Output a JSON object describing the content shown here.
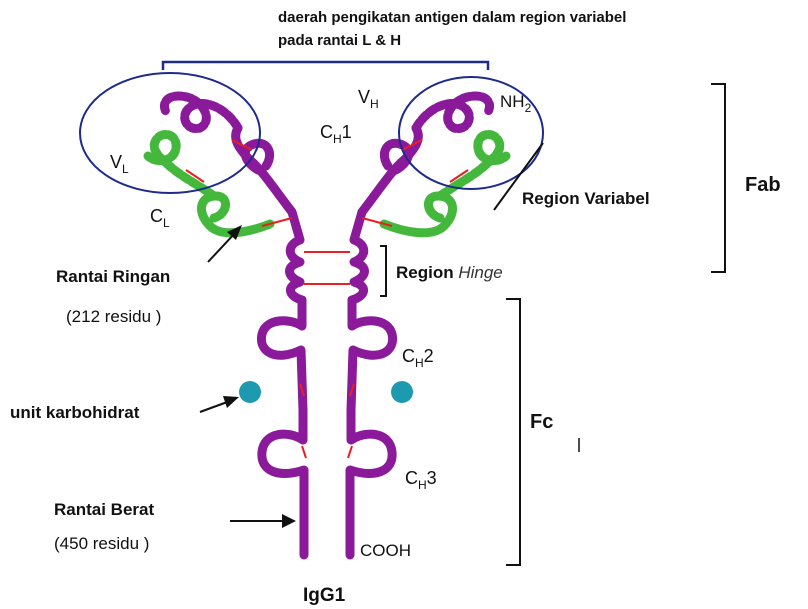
{
  "title_lines": [
    "daerah pengikatan antigen dalam region variabel",
    "pada rantai L & H"
  ],
  "labels": {
    "vh": "V",
    "vh_sub": "H",
    "nh2": "NH",
    "nh2_sub": "2",
    "ch1": "C",
    "ch1_sub": "H",
    "ch1_num": "1",
    "vl": "V",
    "vl_sub": "L",
    "cl": "C",
    "cl_sub": "L",
    "ch2": "C",
    "ch2_sub": "H",
    "ch2_num": "2",
    "ch3": "C",
    "ch3_sub": "H",
    "ch3_num": "3",
    "region_variabel": "Region Variabel",
    "fab": "Fab",
    "region_hinge_a": "Region ",
    "region_hinge_b": "Hinge",
    "light_chain": "Rantai Ringan",
    "light_residues": "(212 residu )",
    "carbohydrate": "unit karbohidrat",
    "fc": "Fc",
    "heavy_chain": "Rantai Berat",
    "heavy_residues": "(450 residu )",
    "cooh": "COOH",
    "igg": "IgG1"
  },
  "colors": {
    "heavy_chain": "#8b1a9b",
    "light_chain": "#44b83d",
    "disulfide": "#e8201f",
    "carbohydrate": "#1d9ab0",
    "antigen_site": "#1e2a8c",
    "text": "#111111"
  }
}
